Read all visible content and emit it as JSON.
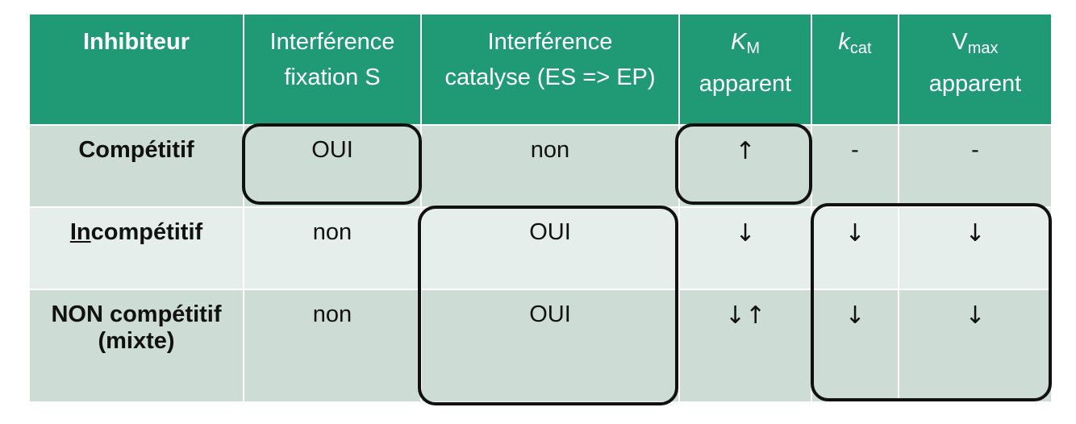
{
  "table": {
    "headers": {
      "inhibiteur": "Inhibiteur",
      "fixation_line1": "Interférence",
      "fixation_line2": "fixation S",
      "catalyse_line1": "Interférence",
      "catalyse_line2": "catalyse (ES => EP)",
      "km_symbol": "K",
      "km_sub": "M",
      "km_line2": "apparent",
      "kcat_symbol": "k",
      "kcat_sub": "cat",
      "vmax_symbol": "V",
      "vmax_sub": "max",
      "vmax_line2": "apparent"
    },
    "rows": [
      {
        "name": "Compétitif",
        "fixation": "OUI",
        "catalyse": "non",
        "km": "↑",
        "kcat": "-",
        "vmax": "-"
      },
      {
        "name_prefix": "In",
        "name_rest": "compétitif",
        "fixation": "non",
        "catalyse": "OUI",
        "km": "↓",
        "kcat": "↓",
        "vmax": "↓"
      },
      {
        "name_line1": "NON compétitif",
        "name_line2": "(mixte)",
        "fixation": "non",
        "catalyse": "OUI",
        "km": "↓↑",
        "kcat": "↓",
        "vmax": "↓"
      }
    ]
  },
  "colors": {
    "header_bg": "#1f9a74",
    "row_dark": "#cdddd6",
    "row_light": "#e6eeeb",
    "outline": "#111111"
  }
}
